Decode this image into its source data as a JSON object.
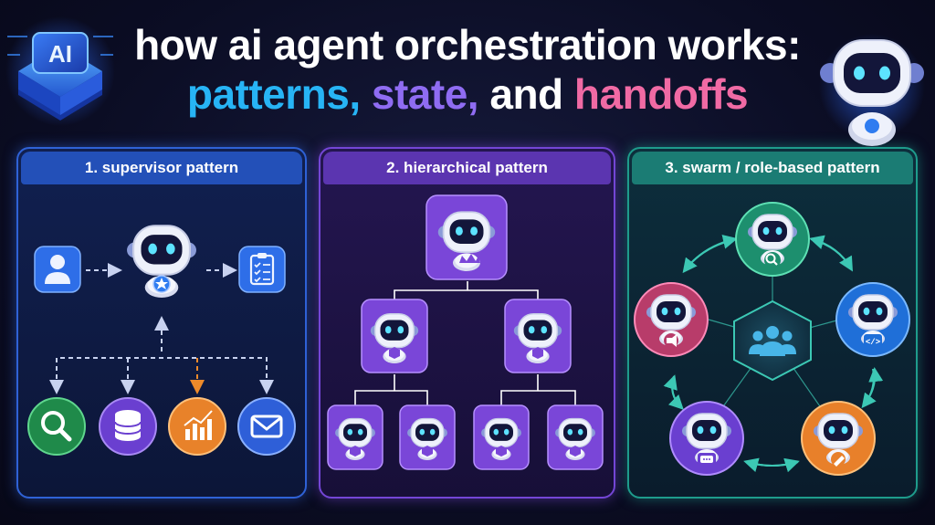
{
  "title": {
    "line1": "how ai agent orchestration works:",
    "line2": {
      "w1": "patterns,",
      "w2": "state,",
      "w3": "and",
      "w4": "handoffs"
    }
  },
  "badge": {
    "text": "AI"
  },
  "panels": [
    {
      "label": "1. supervisor pattern",
      "color": "#2f62d6"
    },
    {
      "label": "2. hierarchical pattern",
      "color": "#7446d6"
    },
    {
      "label": "3. swarm / role-based pattern",
      "color": "#1e9c8c"
    }
  ],
  "icons": {
    "supervisor": [
      "user-icon",
      "robot-star-icon",
      "checklist-icon",
      "search-icon",
      "database-icon",
      "chart-icon",
      "mail-icon"
    ],
    "hierarchical": [
      "robot-crown-icon",
      "robot-cube-icon"
    ],
    "swarm": [
      "robot-search-icon",
      "robot-code-icon",
      "robot-pencil-icon",
      "robot-chat-icon",
      "robot-megaphone-icon",
      "team-icon"
    ]
  },
  "colors": {
    "blue": "#2f62d6",
    "purple": "#7446d6",
    "teal": "#1e9c8c",
    "green": "#2a8c4e",
    "orange": "#ee8a2a",
    "pink": "#c4466e"
  }
}
